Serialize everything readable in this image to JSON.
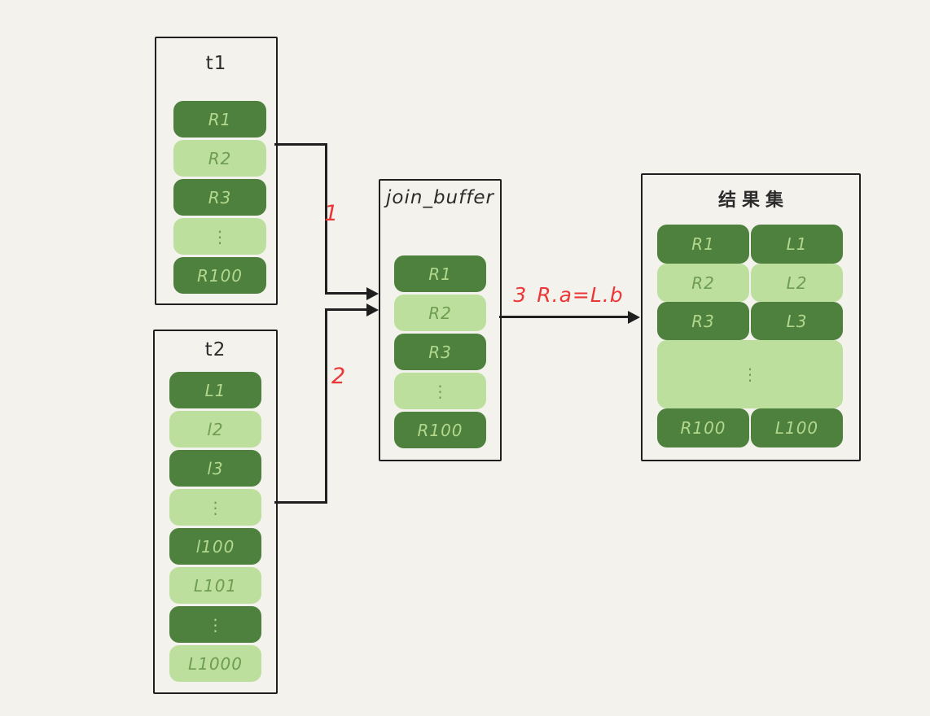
{
  "colors": {
    "background": "#f4f2ed",
    "ink": "#1f1f1f",
    "dark_green": "#4e803e",
    "light_green": "#bddf9e",
    "text_on_dark": "#b2d88d",
    "text_on_light": "#6e9c50",
    "red": "#eb3737"
  },
  "t1": {
    "title": "t1",
    "rows": [
      "R1",
      "R2",
      "R3",
      "⋮",
      "R100"
    ]
  },
  "t2": {
    "title": "t2",
    "rows": [
      "L1",
      "l2",
      "l3",
      "⋮",
      "l100",
      "L101",
      "⋮",
      "L1000"
    ]
  },
  "join_buffer": {
    "title": "join_buffer",
    "rows": [
      "R1",
      "R2",
      "R3",
      "⋮",
      "R100"
    ]
  },
  "result_set": {
    "title": "结果集",
    "rows": [
      {
        "left": "R1",
        "right": "L1"
      },
      {
        "left": "R2",
        "right": "L2"
      },
      {
        "left": "R3",
        "right": "L3"
      },
      {
        "dots": "⋮"
      },
      {
        "left": "R100",
        "right": "L100"
      }
    ]
  },
  "arrows": {
    "step1": "1",
    "step2": "2",
    "step3": "3",
    "condition": "R.a=L.b"
  }
}
